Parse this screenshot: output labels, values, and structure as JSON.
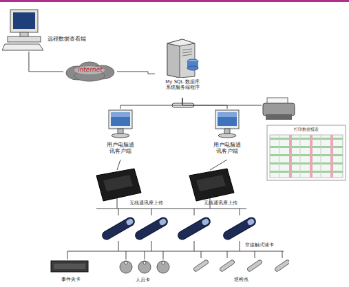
{
  "diagram": {
    "nodes": [
      {
        "text": [
          "远程数据查看端"
        ]
      },
      {
        "text": [
          "internet"
        ]
      },
      {
        "text": [
          "My SQL 数据库 系统服务端程序"
        ]
      },
      {
        "text": [
          "用户电脑通 讯客户端"
        ]
      },
      {
        "text": [
          "用户电脑通 讯客户端"
        ]
      },
      {
        "text": [
          "打印数据报表"
        ]
      },
      {
        "text": [
          "事件夹卡"
        ]
      },
      {
        "text": [
          "人员卡"
        ]
      },
      {
        "text": [
          "巡检点"
        ]
      }
    ],
    "edges": [
      {
        "from": 0,
        "to": 1,
        "arrow": "none"
      },
      {
        "from": 1,
        "to": 2,
        "arrow": "none"
      },
      {
        "from": 2,
        "to": 3,
        "arrow": "none"
      },
      {
        "from": 2,
        "to": 4,
        "arrow": "none"
      },
      {
        "from": 2,
        "to": 5,
        "arrow": "none"
      }
    ],
    "labels": [
      "无线通讯座上传",
      "无线通讯座上传",
      "非接触式读卡"
    ]
  }
}
